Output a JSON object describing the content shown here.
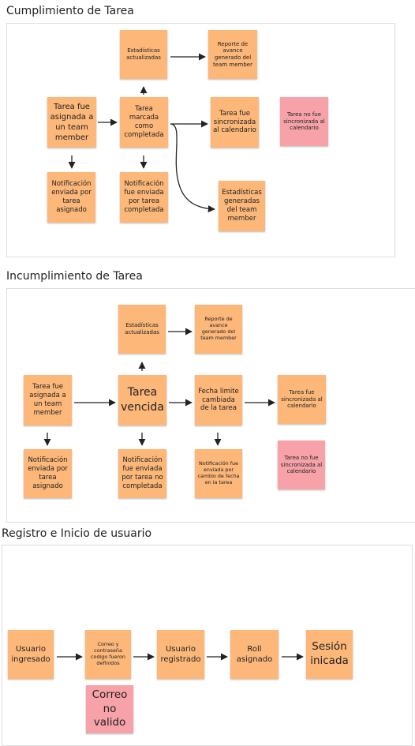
{
  "sections": {
    "cumplimiento": {
      "title": "Cumplimiento de Tarea",
      "notes": {
        "stats": "Estadísticas actualizadas",
        "report": "Reporte de avance generado del team member",
        "assigned": "Tarea fue asignada a un team member",
        "marked": "Tarea marcada como completada",
        "synced": "Tarea fue sincronizada al calendario",
        "not_synced": "Tarea no fue sincronizada al calendario",
        "notif_assigned": "Notificación enviada por tarea asignado",
        "notif_completed": "Notificación fue enviada por tarea completada",
        "member_stats": "Estadísticas generadas del team member"
      }
    },
    "incumplimiento": {
      "title": "Incumplimiento de Tarea",
      "notes": {
        "stats": "Estadísticas actualizadas",
        "report": "Reporte de avance generado del team member",
        "assigned": "Tarea fue asignada a un team member",
        "overdue": "Tarea vencida",
        "date_changed": "Fecha limite cambiada de la tarea",
        "synced": "Tarea fue sincronizada al calendario",
        "not_synced": "Tarea no fue sincronizada al calendario",
        "notif_assigned": "Notificación enviada por tarea asignado",
        "notif_not_completed": "Notificación fue enviada por tarea no completada",
        "notif_date_change": "Notificación fue enviada por cambio de fecha en la tarea"
      }
    },
    "registro": {
      "title": "Registro e Inicio de usuario",
      "notes": {
        "user_entered": "Usuario ingresado",
        "credentials": "Correo y contraseña codigo fueron definidos",
        "registered": "Usuario registrado",
        "role": "Roll asignado",
        "session": "Sesión inicada",
        "invalid_email": "Correo no valido"
      }
    }
  },
  "colors": {
    "note_orange": "#fcb779",
    "note_pink": "#f7a2a9",
    "arrow": "#222222",
    "frame_border": "#dedede"
  }
}
